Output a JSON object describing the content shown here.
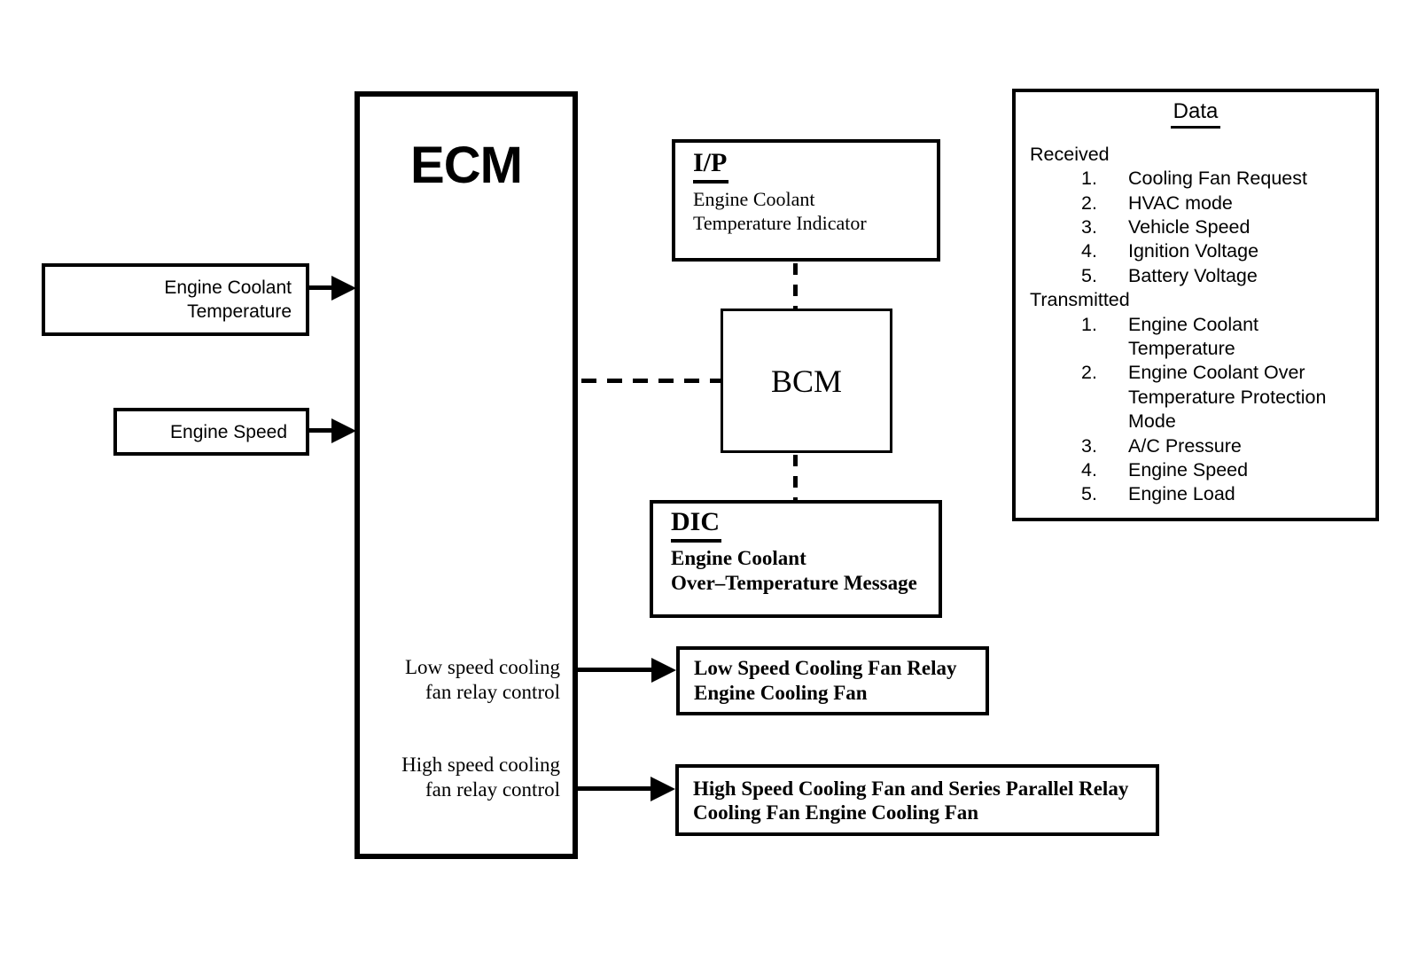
{
  "diagram": {
    "colors": {
      "line": "#000000",
      "background": "#ffffff"
    },
    "ecm": {
      "title": "ECM",
      "low_output_label": "Low speed cooling\nfan relay control",
      "high_output_label": "High speed cooling\nfan relay control"
    },
    "inputs": {
      "coolant_temp": "Engine Coolant\nTemperature",
      "engine_speed": "Engine Speed"
    },
    "ip_box": {
      "title": "I/P",
      "body": "Engine Coolant\nTemperature Indicator"
    },
    "bcm": {
      "title": "BCM"
    },
    "dic": {
      "title": "DIC",
      "body": "Engine Coolant\nOver–Temperature Message"
    },
    "low_relay": {
      "label": "Low Speed Cooling Fan Relay\nEngine Cooling Fan"
    },
    "high_relay": {
      "label": "High Speed Cooling Fan and Series Parallel Relay\nCooling Fan Engine Cooling Fan"
    },
    "data_panel": {
      "title": "Data",
      "received_heading": "Received",
      "received": [
        {
          "num": "1.",
          "text": "Cooling Fan Request"
        },
        {
          "num": "2.",
          "text": "HVAC mode"
        },
        {
          "num": "3.",
          "text": "Vehicle Speed"
        },
        {
          "num": "4.",
          "text": "Ignition Voltage"
        },
        {
          "num": "5.",
          "text": "Battery Voltage"
        }
      ],
      "transmitted_heading": "Transmitted",
      "transmitted": [
        {
          "num": "1.",
          "text": "Engine Coolant\nTemperature"
        },
        {
          "num": "2.",
          "text": "Engine Coolant Over\nTemperature Protection\nMode"
        },
        {
          "num": "3.",
          "text": "A/C Pressure"
        },
        {
          "num": "4.",
          "text": "Engine Speed"
        },
        {
          "num": "5.",
          "text": "Engine Load"
        }
      ]
    }
  }
}
